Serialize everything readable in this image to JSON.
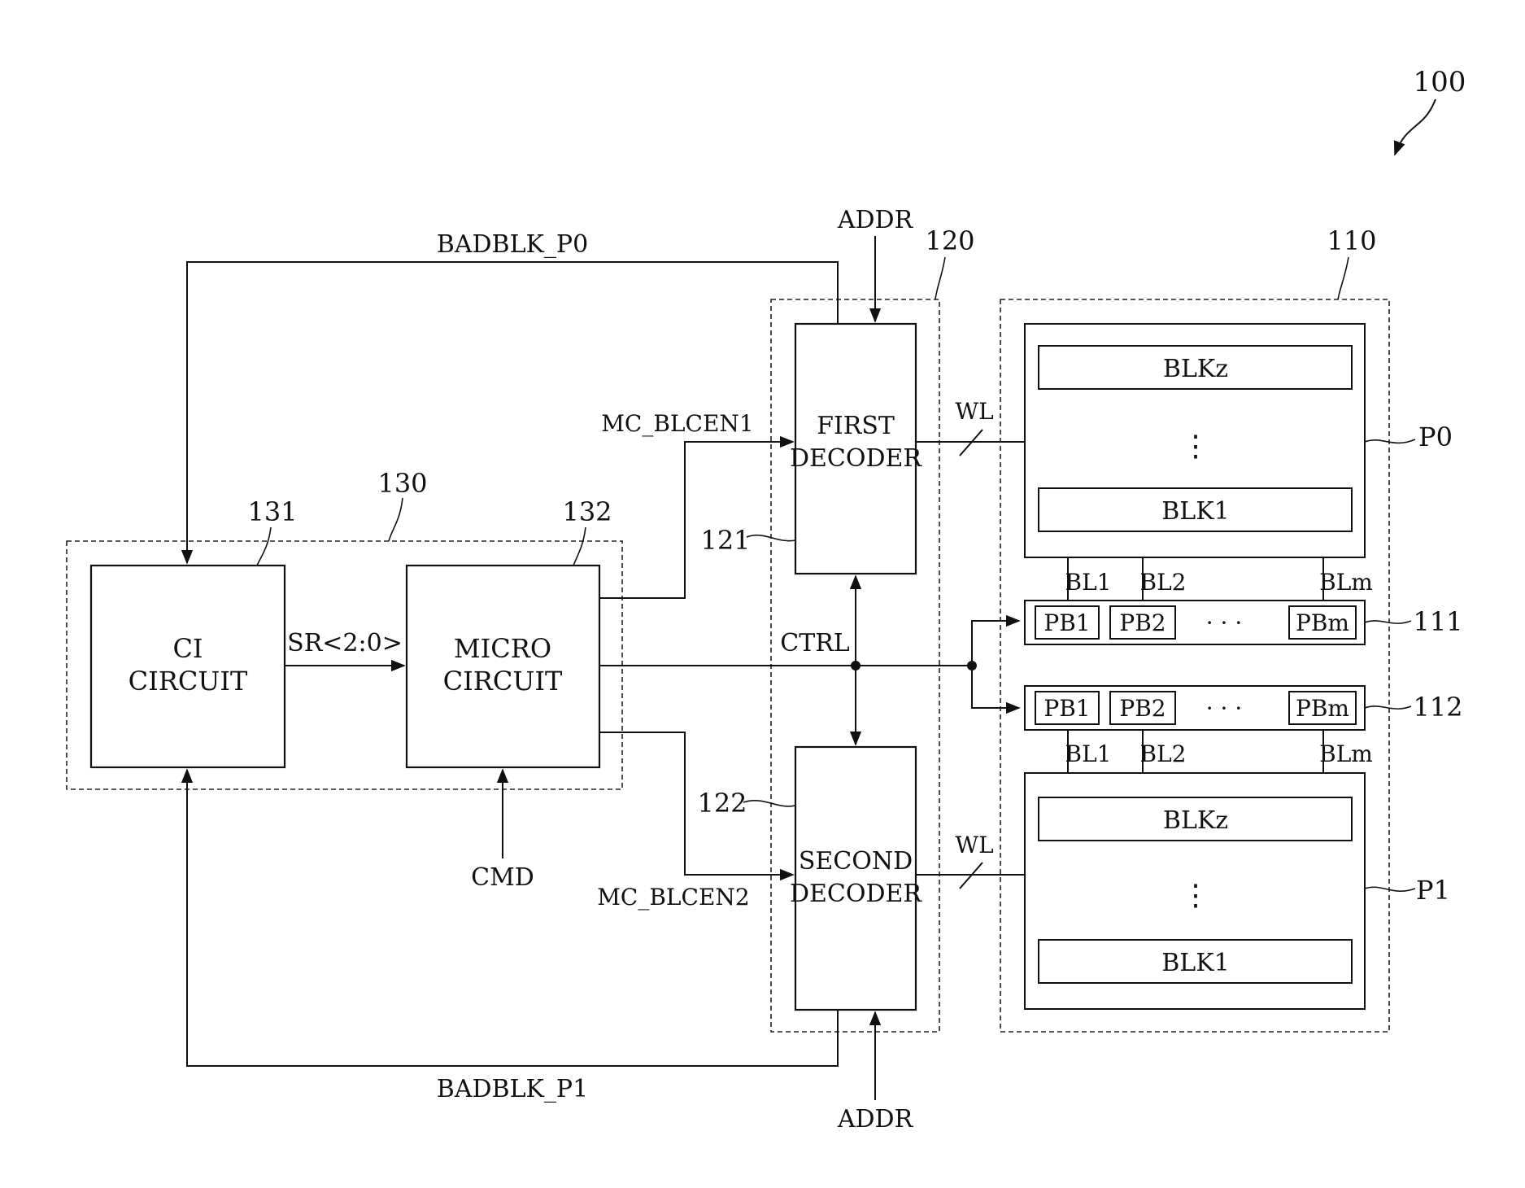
{
  "labels": {
    "ref_100": "100",
    "ref_110": "110",
    "ref_111": "111",
    "ref_112": "112",
    "ref_120": "120",
    "ref_121": "121",
    "ref_122": "122",
    "ref_130": "130",
    "ref_131": "131",
    "ref_132": "132",
    "plane0": "P0",
    "plane1": "P1"
  },
  "blocks": {
    "ci_line1": "CI",
    "ci_line2": "CIRCUIT",
    "micro_line1": "MICRO",
    "micro_line2": "CIRCUIT",
    "first_dec_line1": "FIRST",
    "first_dec_line2": "DECODER",
    "second_dec_line1": "SECOND",
    "second_dec_line2": "DECODER"
  },
  "array": {
    "p0_blk_top": "BLKz",
    "p0_dots": "⋮",
    "p0_blk_bottom": "BLK1",
    "p1_blk_top": "BLKz",
    "p1_dots": "⋮",
    "p1_blk_bottom": "BLK1",
    "pb1": "PB1",
    "pb2": "PB2",
    "pbm": "PBm",
    "pb_dots": "· · ·",
    "bl1": "BL1",
    "bl2": "BL2",
    "blm": "BLm"
  },
  "signals": {
    "badblk_p0": "BADBLK_P0",
    "badblk_p1": "BADBLK_P1",
    "addr_top": "ADDR",
    "addr_bottom": "ADDR",
    "mc_blcen1": "MC_BLCEN1",
    "mc_blcen2": "MC_BLCEN2",
    "sr": "SR<2:0>",
    "ctrl": "CTRL",
    "cmd": "CMD",
    "wl_top": "WL",
    "wl_bottom": "WL"
  }
}
